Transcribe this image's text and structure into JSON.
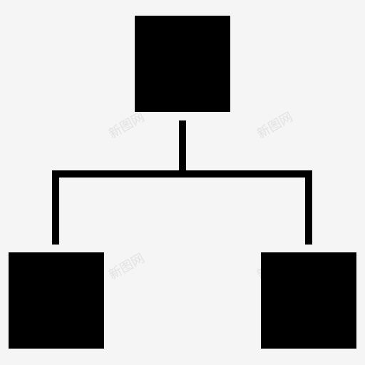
{
  "diagram": {
    "type": "hierarchy-icon",
    "fill_color": "#000000",
    "background_color": "#f5f5f5",
    "nodes": [
      {
        "id": "root"
      },
      {
        "id": "child-left"
      },
      {
        "id": "child-right"
      }
    ],
    "edges": [
      {
        "from": "root",
        "to": "child-left"
      },
      {
        "from": "root",
        "to": "child-right"
      }
    ]
  },
  "watermark": {
    "text": "新图网"
  }
}
